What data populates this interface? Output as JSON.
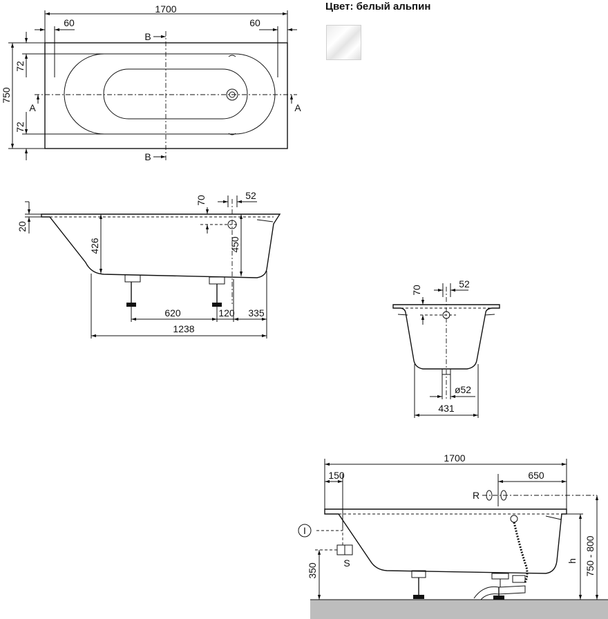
{
  "color": {
    "label": "Цвет: белый альпин",
    "swatch_hex": "#f4f4f4"
  },
  "top_view": {
    "dim_length": "1700",
    "dim_left_rim": "60",
    "dim_right_rim": "60",
    "dim_width": "750",
    "dim_rim_top": "72",
    "dim_rim_bottom": "72",
    "section_a_left": "A",
    "section_a_right": "A",
    "section_b_top": "B",
    "section_b_bottom": "B"
  },
  "side_section": {
    "dim_rim": "20",
    "dim_depth_inner": "426",
    "dim_depth_overflow": "450",
    "dim_overflow_drop": "70",
    "dim_overflow_offset": "52",
    "dim_feet_spacing": "620",
    "dim_waste_offset": "120",
    "dim_end_offset": "335",
    "dim_bottom_length": "1238"
  },
  "cross_section": {
    "dim_overflow_drop": "70",
    "dim_overflow_offset": "52",
    "dim_waste_diameter": "ø52",
    "dim_bottom_width": "431"
  },
  "install_view": {
    "dim_length": "1700",
    "dim_left": "150",
    "dim_right": "650",
    "label_r": "R",
    "label_s": "S",
    "label_i": "I",
    "dim_height_floor": "350",
    "dim_total_height": "750 - 800",
    "dim_h": "h"
  }
}
